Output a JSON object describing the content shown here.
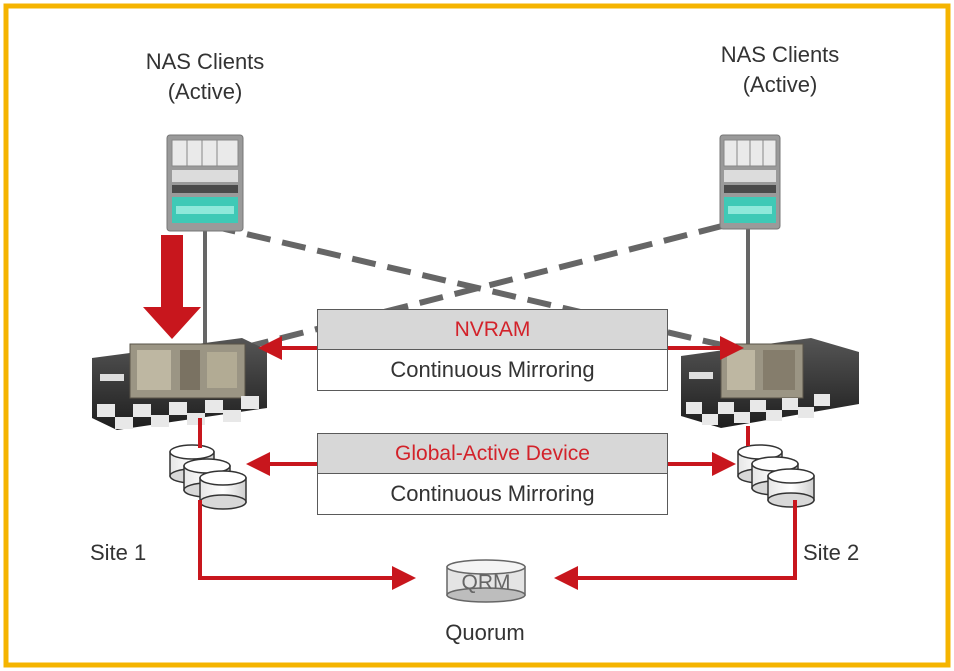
{
  "diagram": {
    "client_left": {
      "title": "NAS Clients",
      "subtitle": "(Active)"
    },
    "client_right": {
      "title": "NAS Clients",
      "subtitle": "(Active)"
    },
    "nvram_box": {
      "header": "NVRAM",
      "body": "Continuous  Mirroring"
    },
    "gad_box": {
      "header": "Global-Active Device",
      "body": "Continuous  Mirroring"
    },
    "site1_label": "Site 1",
    "site2_label": "Site 2",
    "quorum_device_label": "QRM",
    "quorum_label": "Quorum"
  },
  "colors": {
    "frame": "#f5b400",
    "accent_red": "#c8161d",
    "gray_line": "#666666",
    "box_header": "#d7d7d7",
    "teal": "#3fc9b6"
  },
  "icons": [
    "server-rack-icon",
    "storage-array-icon",
    "disk-stack-icon",
    "quorum-disk-icon"
  ]
}
